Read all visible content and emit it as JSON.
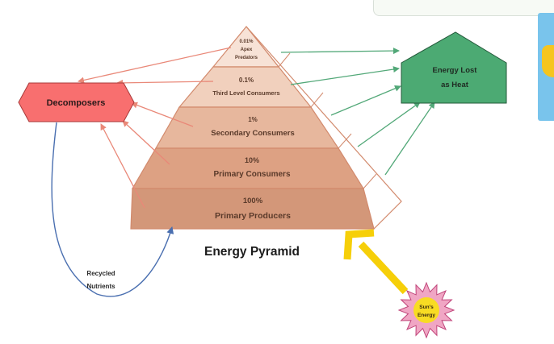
{
  "diagram": {
    "title": "Energy Pyramid",
    "levels": [
      {
        "pct": "0.01%",
        "name_line1": "Apex",
        "name_line2": "Predators"
      },
      {
        "pct": "0.1%",
        "name": "Third Level Consumers"
      },
      {
        "pct": "1%",
        "name": "Secondary Consumers"
      },
      {
        "pct": "10%",
        "name": "Primary Consumers"
      },
      {
        "pct": "100%",
        "name": "Primary Producers"
      }
    ],
    "decomposers": "Decomposers",
    "heat": {
      "line1": "Energy Lost",
      "line2": "as Heat"
    },
    "recycled": {
      "line1": "Recycled",
      "line2": "Nutrients"
    },
    "sun": {
      "line1": "Sun's",
      "line2": "Energy"
    }
  },
  "colors": {
    "level_fills": [
      "#f7e2d6",
      "#f1d0bd",
      "#e7b79d",
      "#dda183",
      "#d39779"
    ],
    "pyramid_outline": "#d28a6d",
    "red_arrow": "#e98878",
    "green_arrow": "#52a878",
    "decomposers_fill": "#f86f6f",
    "heat_fill": "#4caa73",
    "recycle_line": "#4a6fb0",
    "sun_fill": "#f0a6c4",
    "sun_yellow": "#f8dc23",
    "big_arrow": "#f6cf09"
  },
  "decorations": {
    "top_right_card": "blank card at top edge",
    "right_edge_card": "blue card with yellow shape"
  }
}
